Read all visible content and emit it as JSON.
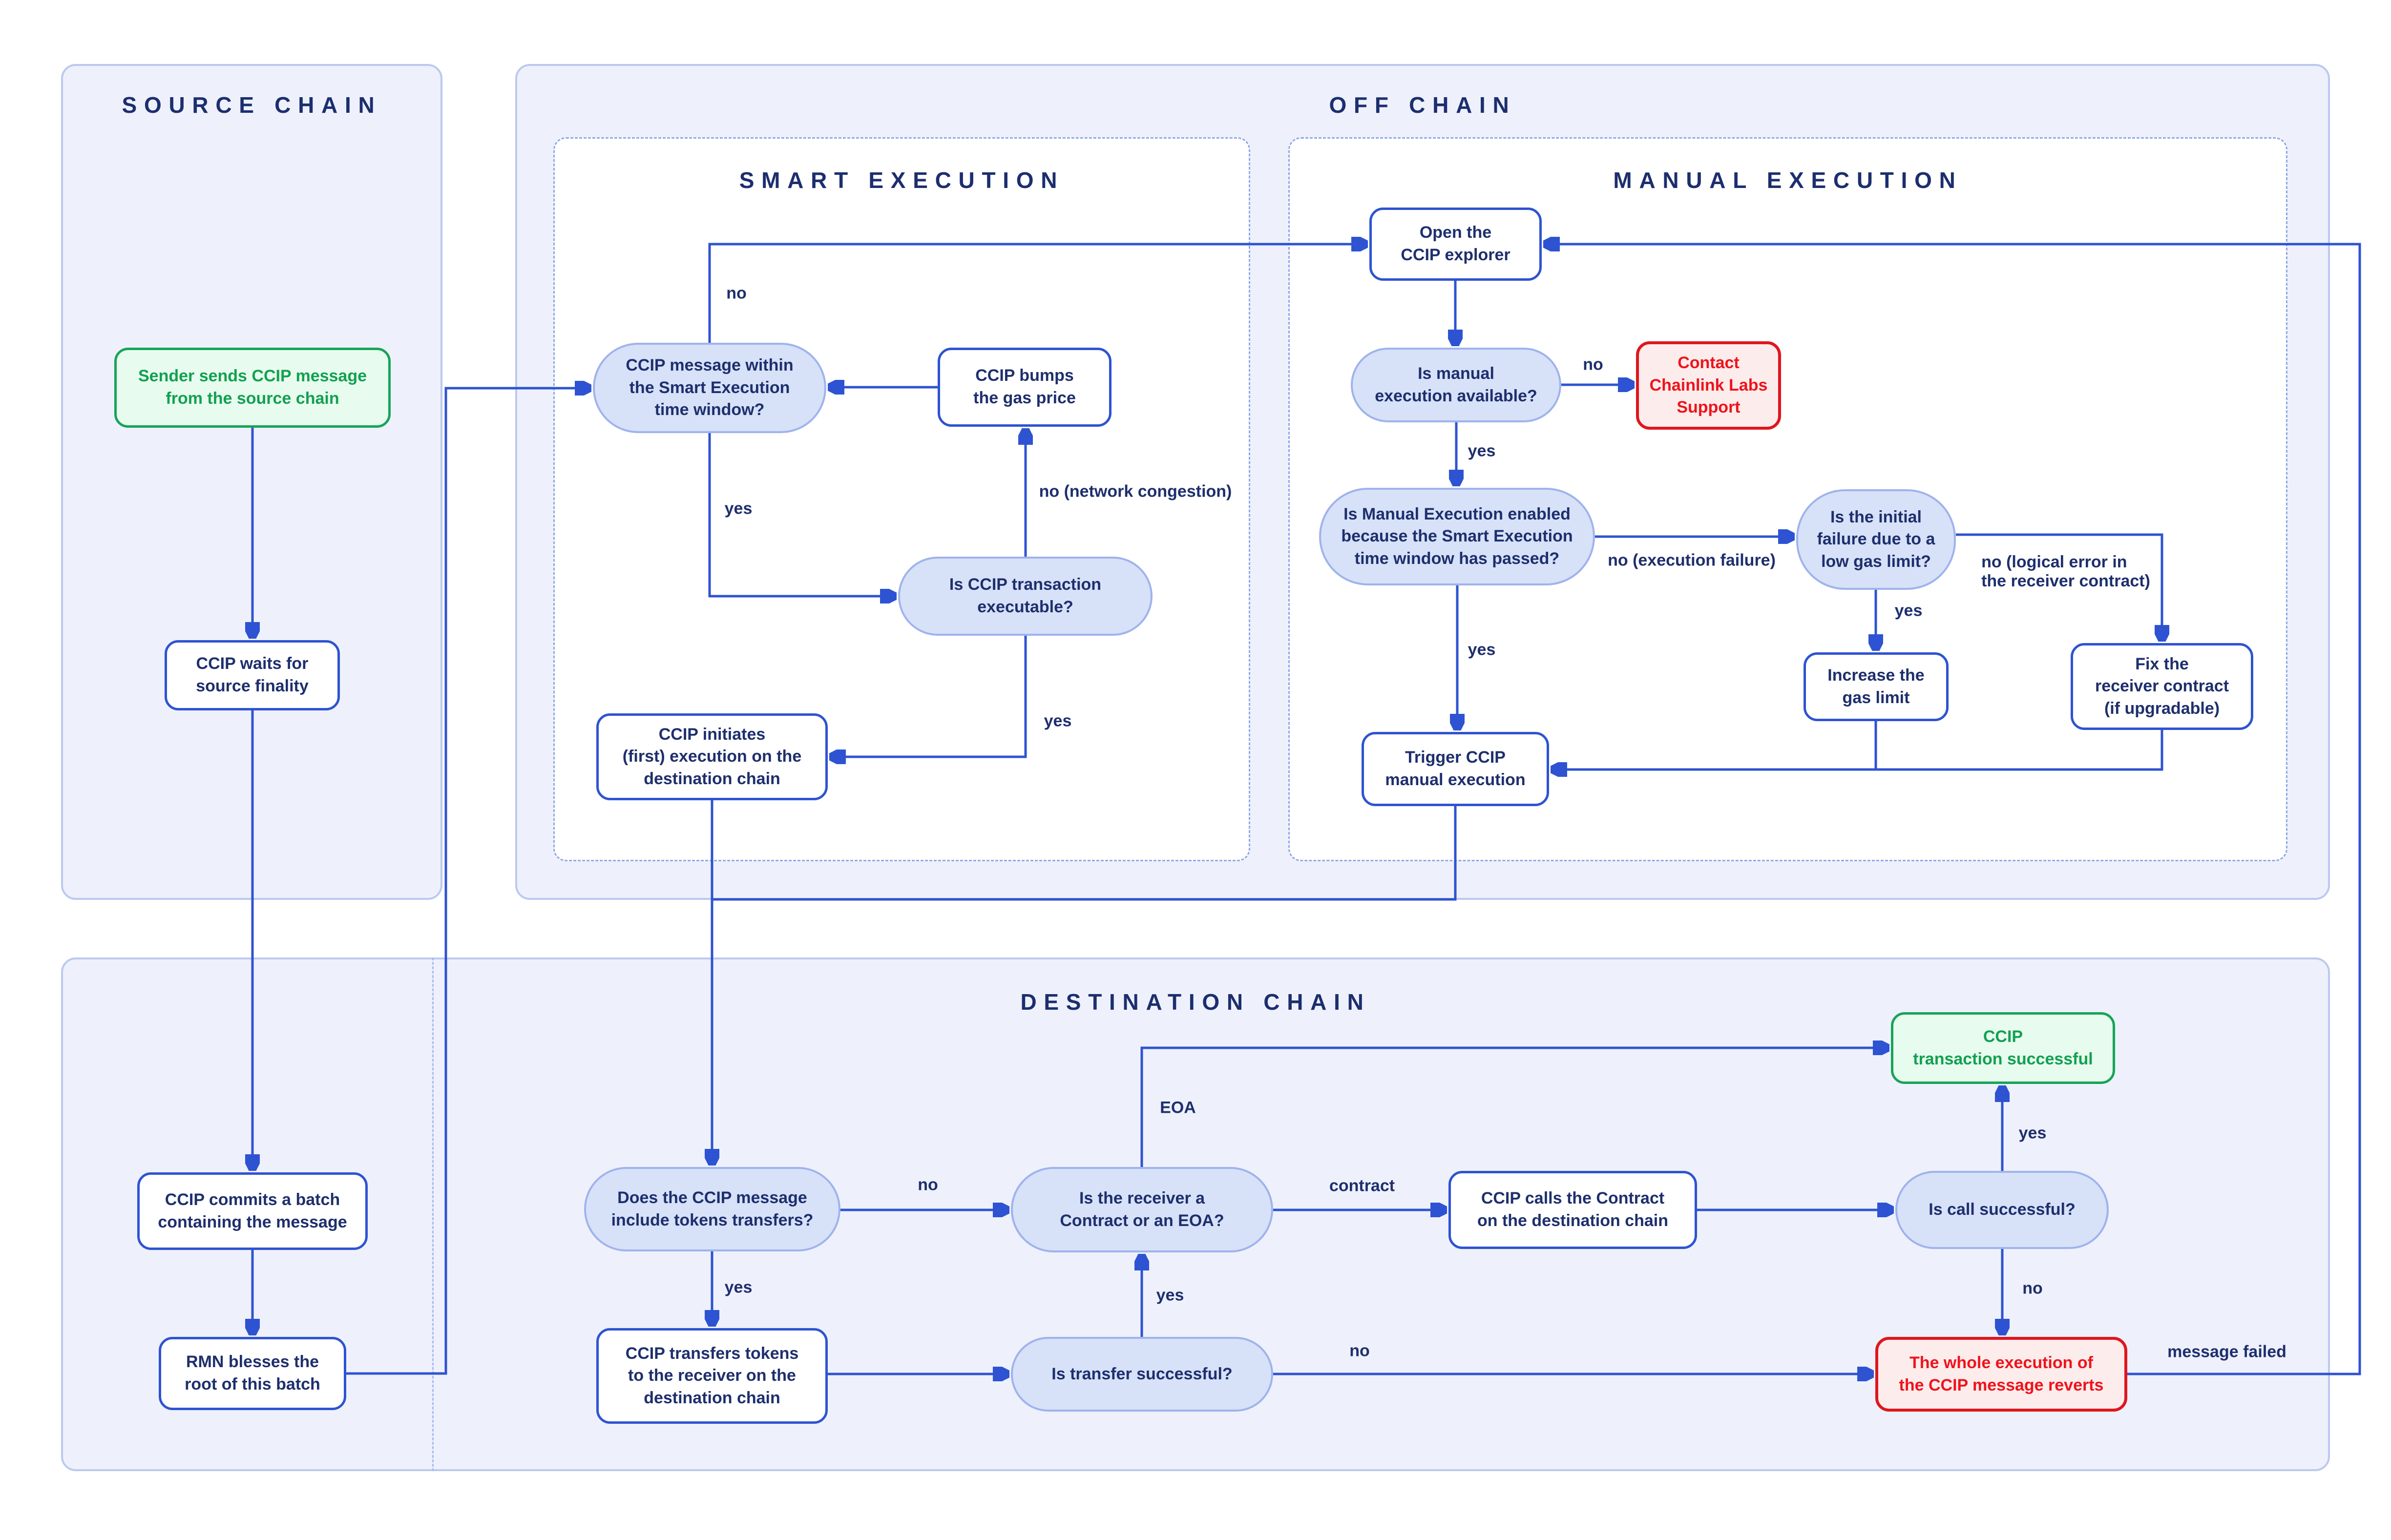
{
  "panels": {
    "source_chain": {
      "title": "SOURCE CHAIN"
    },
    "off_chain": {
      "title": "OFF CHAIN"
    },
    "smart_execution": {
      "title": "SMART EXECUTION"
    },
    "manual_execution": {
      "title": "MANUAL EXECUTION"
    },
    "destination_chain": {
      "title": "DESTINATION CHAIN"
    }
  },
  "nodes": {
    "sender": {
      "label": "Sender sends CCIP message\nfrom the source chain",
      "type": "start"
    },
    "waits": {
      "label": "CCIP waits for\nsource finality",
      "type": "process"
    },
    "commits": {
      "label": "CCIP commits a batch\ncontaining the message",
      "type": "process"
    },
    "rmn": {
      "label": "RMN blesses the\nroot of this batch",
      "type": "process"
    },
    "msg_within_window": {
      "label": "CCIP message within\nthe Smart Execution\ntime window?",
      "type": "decision"
    },
    "bumps_gas": {
      "label": "CCIP bumps\nthe gas price",
      "type": "process"
    },
    "tx_executable": {
      "label": "Is CCIP transaction\nexecutable?",
      "type": "decision"
    },
    "initiates_exec": {
      "label": "CCIP initiates\n(first) execution on the\ndestination chain",
      "type": "process"
    },
    "open_explorer": {
      "label": "Open the\nCCIP explorer",
      "type": "process"
    },
    "manual_available": {
      "label": "Is manual\nexecution available?",
      "type": "decision"
    },
    "contact_support": {
      "label": "Contact\nChainlink Labs\nSupport",
      "type": "error"
    },
    "manual_enabled": {
      "label": "Is Manual Execution enabled\nbecause the Smart Execution\ntime window has passed?",
      "type": "decision"
    },
    "initial_failure": {
      "label": "Is the initial\nfailure due to a\nlow gas limit?",
      "type": "decision"
    },
    "increase_gas": {
      "label": "Increase the\ngas limit",
      "type": "process"
    },
    "fix_receiver": {
      "label": "Fix the\nreceiver contract\n(if upgradable)",
      "type": "process"
    },
    "trigger_manual": {
      "label": "Trigger CCIP\nmanual execution",
      "type": "process"
    },
    "include_tokens": {
      "label": "Does the CCIP message\ninclude tokens transfers?",
      "type": "decision"
    },
    "transfers_tokens": {
      "label": "CCIP transfers tokens\nto the receiver on the\ndestination chain",
      "type": "process"
    },
    "receiver_type": {
      "label": "Is the receiver a\nContract or an EOA?",
      "type": "decision"
    },
    "transfer_successful": {
      "label": "Is transfer successful?",
      "type": "decision"
    },
    "calls_contract": {
      "label": "CCIP calls the Contract\non the destination chain",
      "type": "process"
    },
    "call_successful": {
      "label": "Is call successful?",
      "type": "decision"
    },
    "tx_successful": {
      "label": "CCIP\ntransaction successful",
      "type": "success"
    },
    "execution_reverts": {
      "label": "The whole execution of\nthe CCIP message reverts",
      "type": "error"
    }
  },
  "edge_labels": {
    "no_smart": "no",
    "yes_smart": "yes",
    "no_congestion": "no (network congestion)",
    "yes_exec": "yes",
    "no_avail": "no",
    "yes_avail": "yes",
    "no_execfail": "no (execution failure)",
    "yes_enabled": "yes",
    "yes_initfail": "yes",
    "no_logical": "no (logical error in\nthe receiver contract)",
    "no_tokens": "no",
    "yes_tokens": "yes",
    "eoa": "EOA",
    "contract": "contract",
    "yes_callok": "yes",
    "no_callok": "no",
    "yes_transok": "yes",
    "no_transok": "no",
    "msg_failed": "message failed"
  },
  "colors": {
    "background": "#ffffff",
    "panel_fill": "#eef1fb",
    "panel_border": "#bcc9ef",
    "subpanel_border": "#8fa9e6",
    "line_blue": "#2e53d2",
    "decision_fill": "#d7e1f8",
    "decision_border": "#9fb3ec",
    "text_navy": "#1e2f6d",
    "success_border": "#17a457",
    "success_fill": "#e8fbef",
    "success_text": "#12a150",
    "error_border": "#df161d",
    "error_fill": "#fdecec",
    "error_text": "#ef131b"
  }
}
